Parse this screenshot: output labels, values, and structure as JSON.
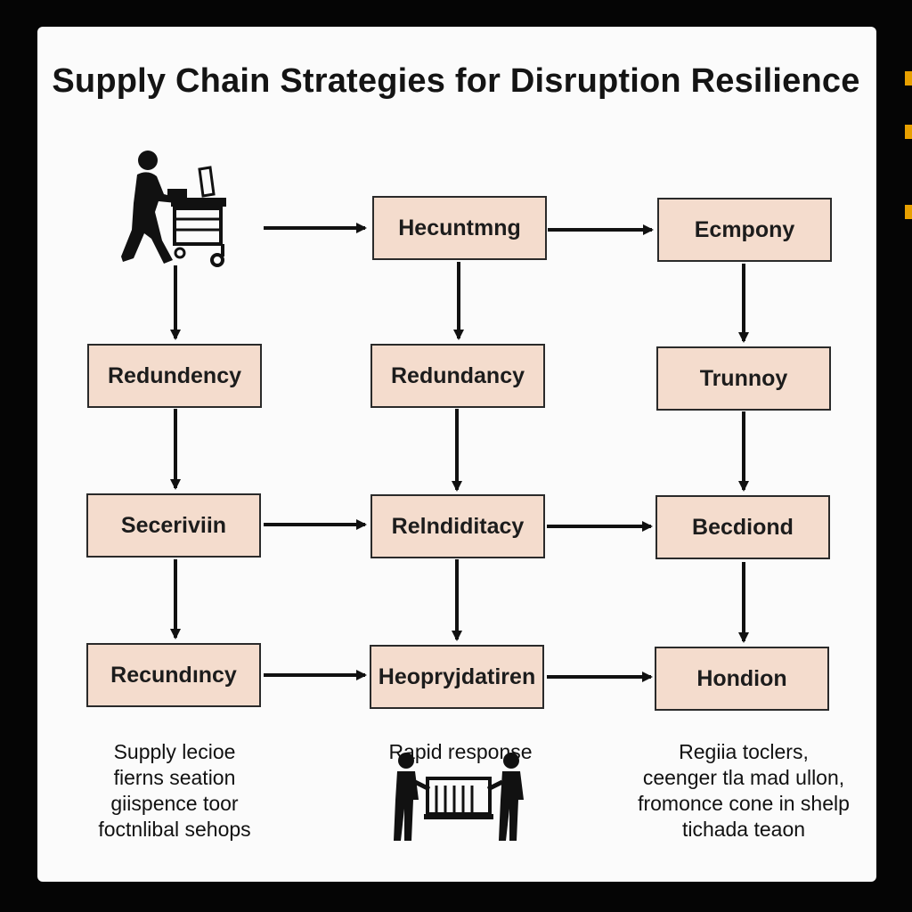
{
  "diagram": {
    "title": "Supply Chain Strategies for Disruption Resilience",
    "nodes": {
      "r1c2": "Hecuntmng",
      "r1c3": "Ecmpony",
      "r2c1": "Redundency",
      "r2c2": "Redundancy",
      "r2c3": "Trunnoy",
      "r3c1": "Seceriviin",
      "r3c2": "Relndiditacy",
      "r3c3": "Becdiond",
      "r4c1": "Recundıncy",
      "r4c2": "Heopryjdatiren",
      "r4c3": "Hondion"
    },
    "captions": {
      "left": [
        "Supply lecioe",
        "fierns seation",
        "giispence toor",
        "foctnlibal sehops"
      ],
      "middle": "Rapid response",
      "right": [
        "Regiia toclers,",
        "ceenger tla mad ullon,",
        "fromonce cone in shelp",
        "tichada teaon"
      ]
    },
    "icons": [
      "worker-at-cart-icon",
      "two-workers-carrying-machine-icon"
    ],
    "colors": {
      "node_fill": "#f4dccd",
      "board": "#fbfbfb",
      "ink": "#141414"
    }
  }
}
